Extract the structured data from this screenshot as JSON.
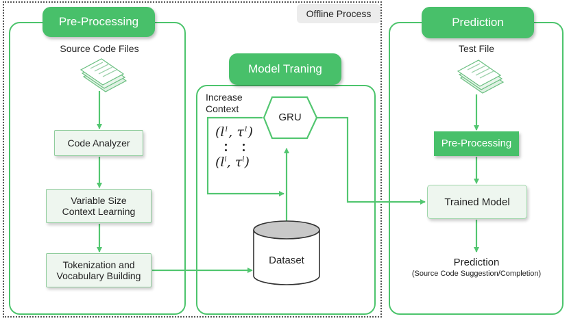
{
  "offline_label": "Offline Process",
  "preprocessing": {
    "header": "Pre-Processing",
    "source_label": "Source Code Files",
    "code_analyzer": "Code Analyzer",
    "variable_line1": "Variable Size",
    "variable_line2": "Context Learning",
    "token_line1": "Tokenization and",
    "token_line2": "Vocabulary Building"
  },
  "training": {
    "header": "Model Traning",
    "increase_line1": "Increase",
    "increase_line2": "Context",
    "gru": "GRU",
    "dataset": "Dataset",
    "tuple1_l": "l",
    "tuple1_l_sup": "1",
    "tuple1_t": "τ",
    "tuple1_t_sup": "1",
    "tuple_i_l": "l",
    "tuple_i_l_sup": "i",
    "tuple_i_t": "τ",
    "tuple_i_t_sup": "i"
  },
  "prediction": {
    "header": "Prediction",
    "test_label": "Test File",
    "preprocessing": "Pre-Processing",
    "trained_model": "Trained Model",
    "output_title": "Prediction",
    "output_sub": "(Source Code Suggestion/Completion)"
  },
  "colors": {
    "accent": "#48c06a",
    "arrow": "#52c670",
    "box_fill": "#eef6ef"
  }
}
